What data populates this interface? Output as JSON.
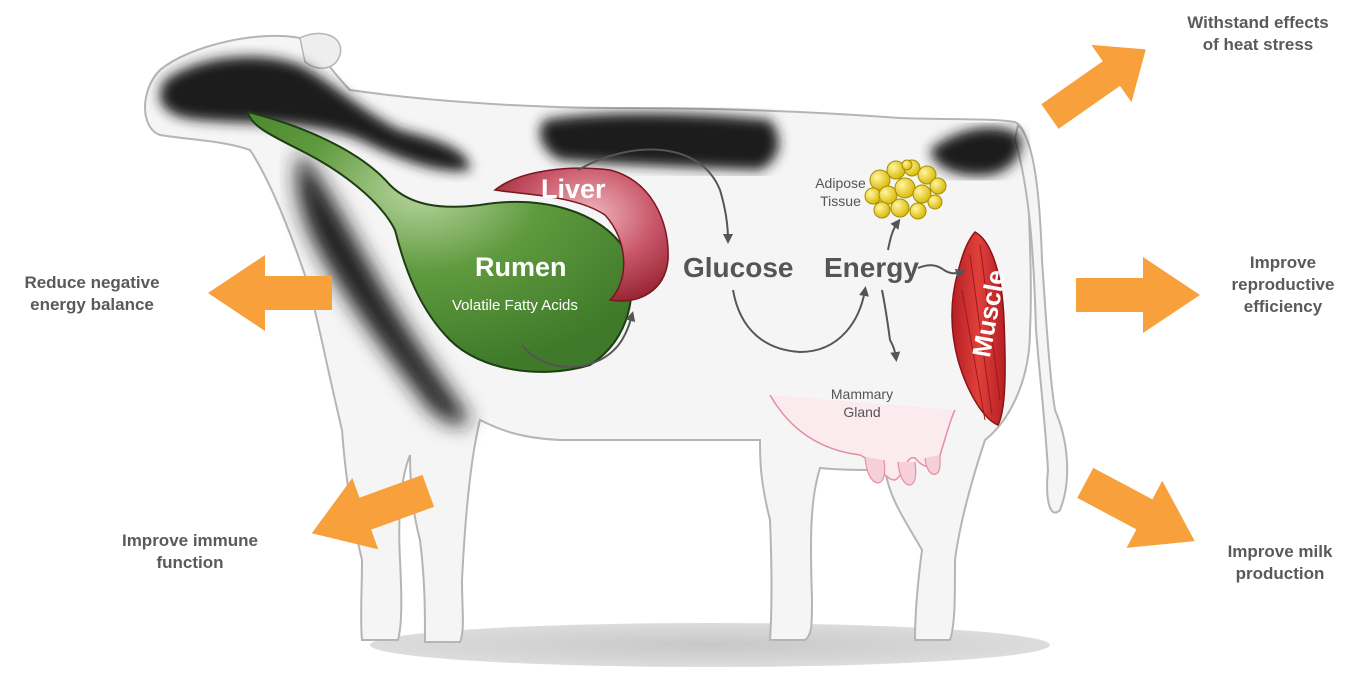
{
  "outcomes": {
    "heat_stress": "Withstand effects\nof heat stress",
    "negative_energy": "Reduce negative\nenergy balance",
    "reproductive": "Improve\nreproductive\nefficiency",
    "immune": "Improve immune\nfunction",
    "milk": "Improve milk\nproduction"
  },
  "organs": {
    "liver": "Liver",
    "rumen": "Rumen",
    "rumen_sub": "Volatile Fatty Acids",
    "muscle": "Muscle",
    "adipose": "Adipose\nTissue",
    "mammary": "Mammary\nGland"
  },
  "flow": {
    "glucose": "Glucose",
    "energy": "Energy"
  },
  "colors": {
    "arrow": "#f7a03c",
    "rumen": "#4e8a33",
    "liver": "#b8293a",
    "muscle": "#d42e2e",
    "adipose": "#f2d21c",
    "text": "#555555"
  }
}
